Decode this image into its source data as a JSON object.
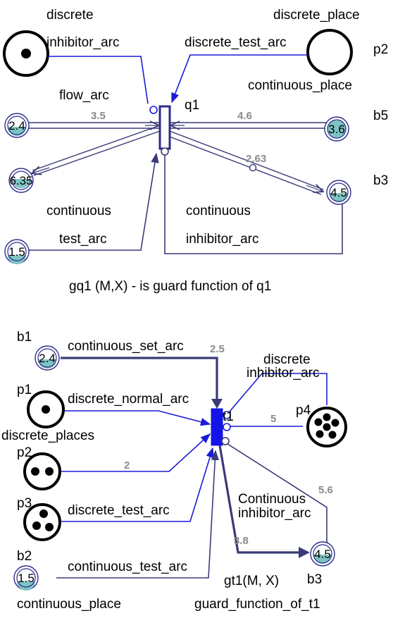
{
  "top": {
    "labels": {
      "discrete": "discrete",
      "inhibitor_arc": "inhibitor_arc",
      "discrete_place": "discrete_place",
      "discrete_test_arc": "discrete_test_arc",
      "p2": "p2",
      "continuous_place": "continuous_place",
      "flow_arc": "flow_arc",
      "q1": "q1",
      "b5": "b5",
      "b3": "b3",
      "continuous_1": "continuous",
      "continuous_2": "continuous",
      "test_arc": "test_arc",
      "continuous_inhibitor_arc": "inhibitor_arc",
      "guard_note": "gq1 (M,X) -  is guard function of q1"
    },
    "weights": {
      "w1": "3.5",
      "w2": "4.6",
      "w3": "2.63"
    },
    "tokens": {
      "t1": "2.4",
      "t2": "6.35",
      "t3": "3.6",
      "t4": "4.5",
      "t5": "1.5"
    }
  },
  "bottom": {
    "labels": {
      "b1": "b1",
      "continuous_set_arc": "continuous_set_arc",
      "p1": "p1",
      "discrete_normal_arc": "discrete_normal_arc",
      "discrete_places": "discrete_places",
      "discrete": "discrete",
      "inhibitor_arc": "inhibitor_arc",
      "t1": "t1",
      "p4": "p4",
      "p2": "p2",
      "p3": "p3",
      "discrete_test_arc": "discrete_test_arc",
      "continuous_inhibitor_1": "Continuous",
      "continuous_inhibitor_2": "inhibitor_arc",
      "b2": "b2",
      "continuous_test_arc": "continuous_test_arc",
      "guard": "gt1(M, X)",
      "b3": "b3",
      "continuous_place": "continuous_place",
      "guard_function": "guard_function_of_t1"
    },
    "weights": {
      "w1": "2.5",
      "w2": "5",
      "w3": "2",
      "w4": "5.6",
      "w5": "3.8"
    },
    "tokens": {
      "t1": "2.4",
      "t2": "1.5",
      "t3": "4.5"
    }
  },
  "colors": {
    "discrete_arc": "#1a1ad6",
    "continuous_arc": "#3a3a78",
    "transition_fill": "#1414e6",
    "fluid": "#7fc4c4",
    "weight_text": "#8a8a8a"
  }
}
